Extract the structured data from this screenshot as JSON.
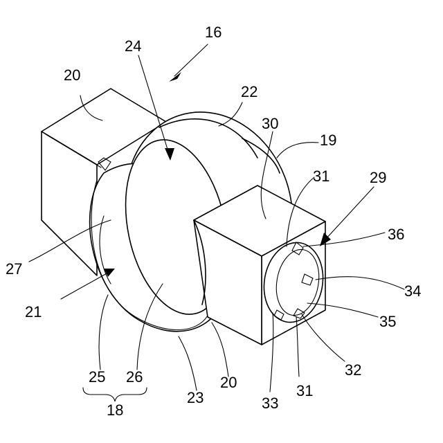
{
  "labels": {
    "l16": "16",
    "l24": "24",
    "l20a": "20",
    "l22": "22",
    "l30": "30",
    "l19": "19",
    "l31a": "31",
    "l29": "29",
    "l36": "36",
    "l27": "27",
    "l34": "34",
    "l21": "21",
    "l35": "35",
    "l25": "25",
    "l26": "26",
    "l32": "32",
    "l20b": "20",
    "l23": "23",
    "l31b": "31",
    "l33": "33",
    "l18": "18"
  }
}
